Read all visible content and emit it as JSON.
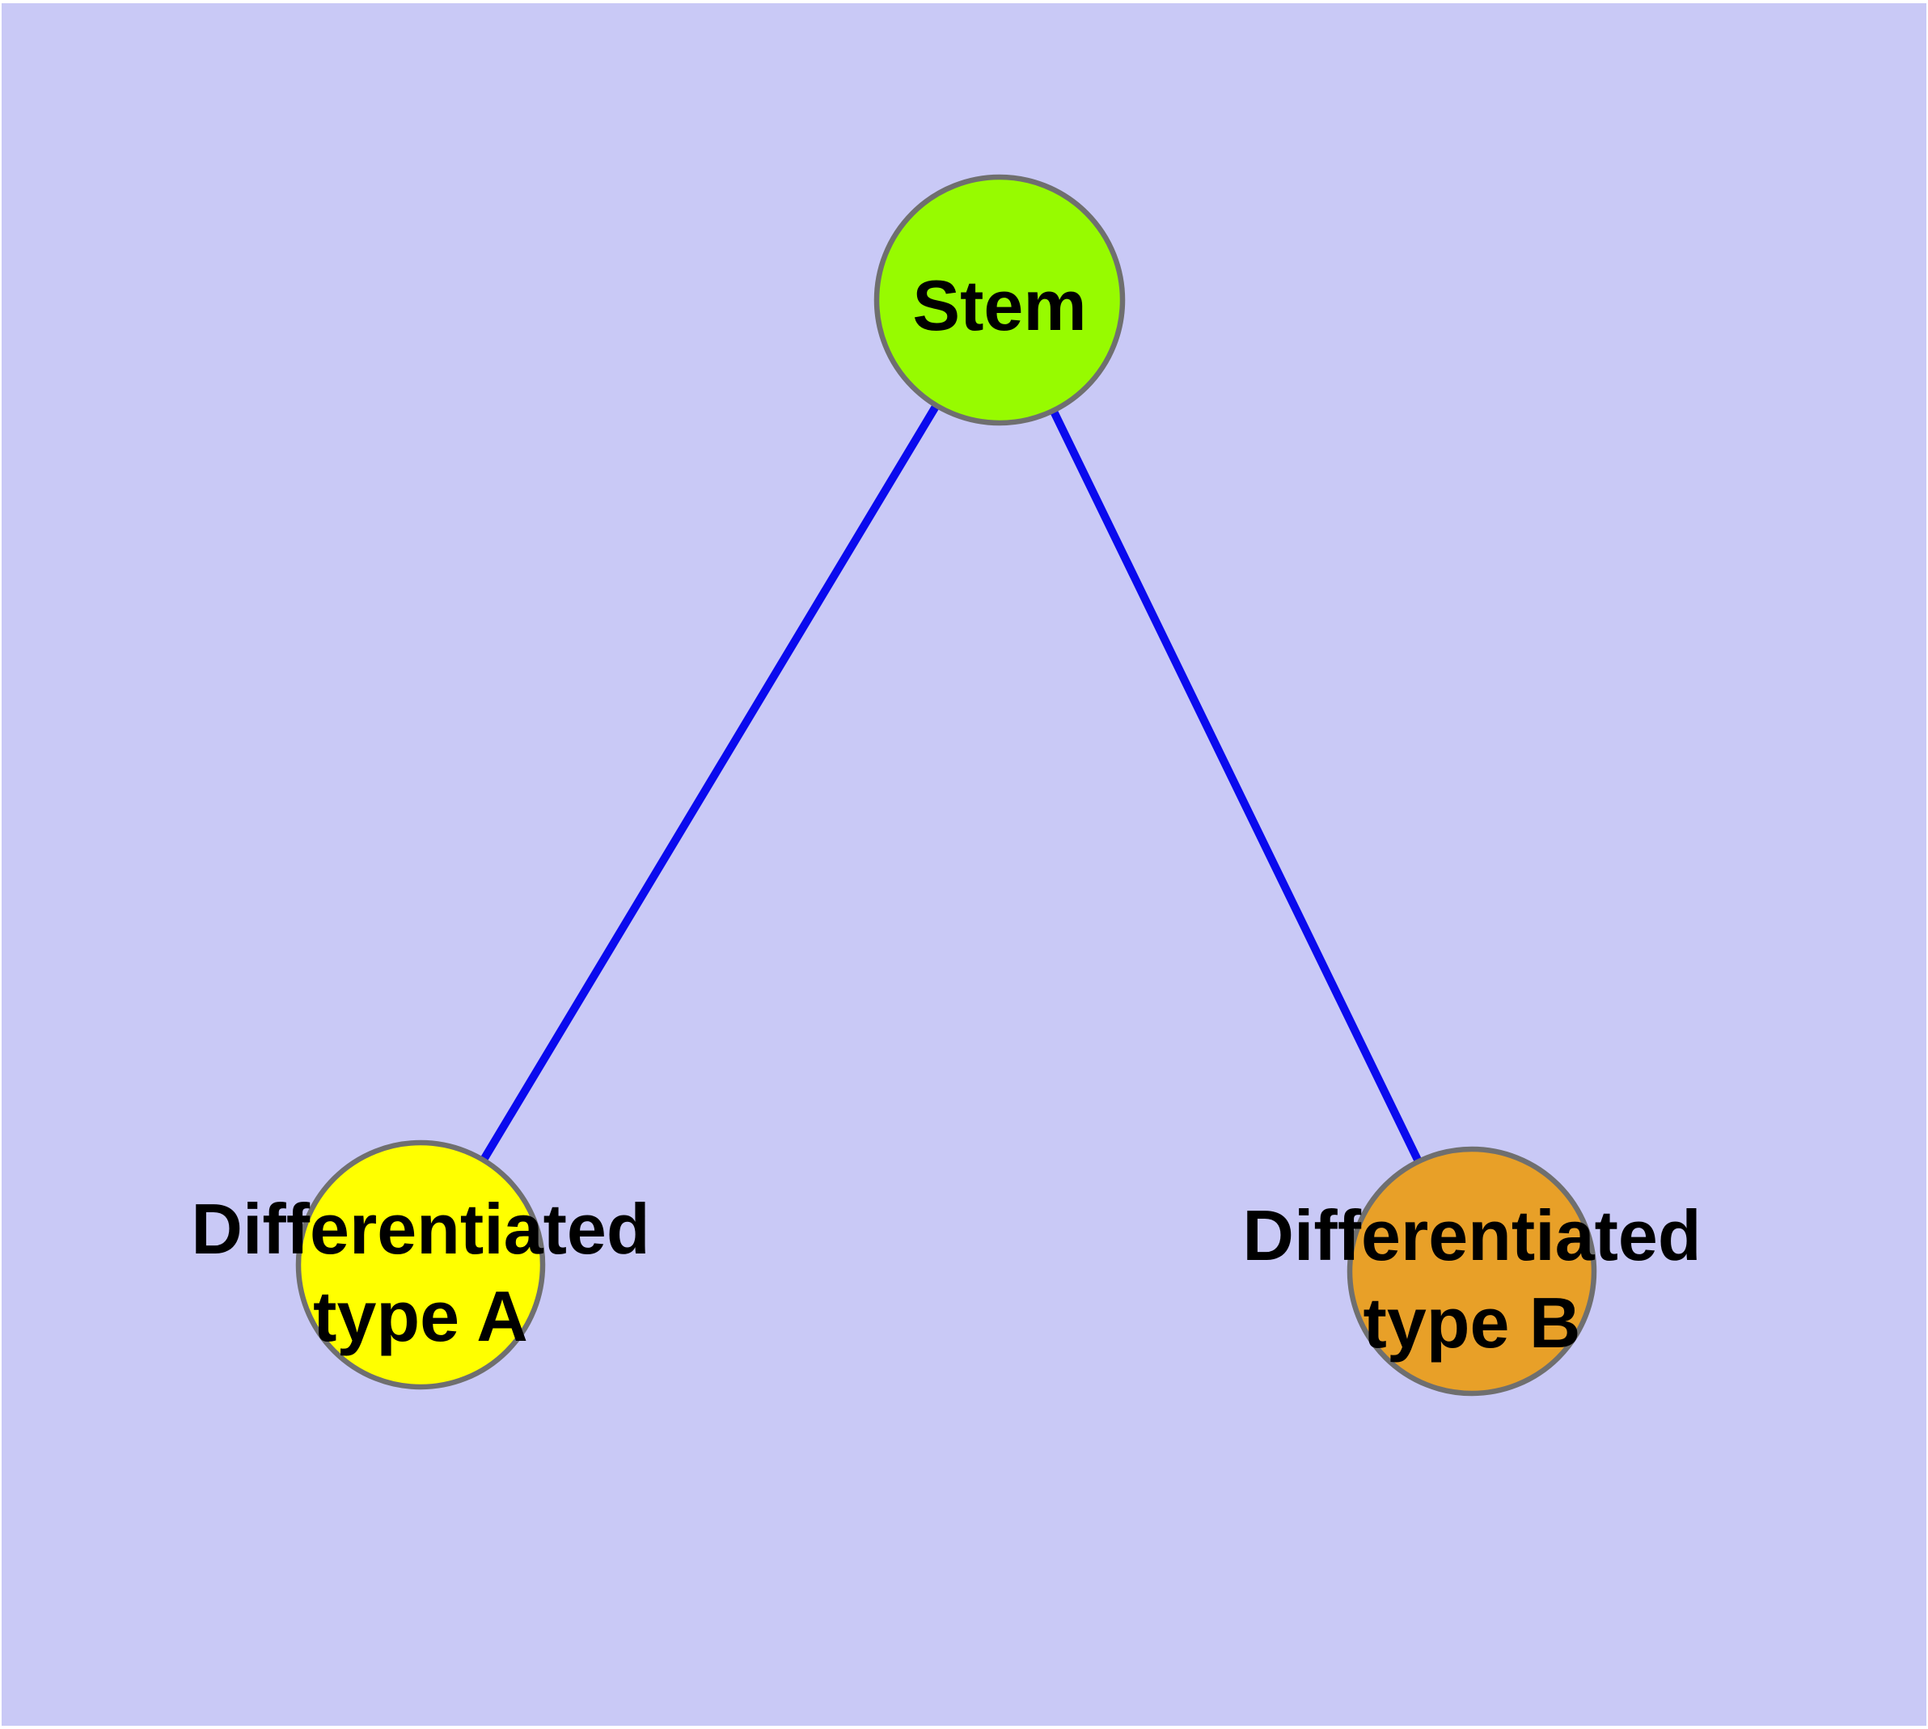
{
  "canvas": {
    "background_color": "#c9c9f6",
    "frame_color": "#ffffff"
  },
  "graph": {
    "type": "node-link-diagram",
    "edge_color": "#0a0aee",
    "node_border_color": "#6f6f6f",
    "label_color": "#000000",
    "nodes": [
      {
        "id": "stem",
        "label": "Stem",
        "label_line1": "Stem",
        "label_line2": "",
        "fill": "#97fb00"
      },
      {
        "id": "differentiated-type-a",
        "label": "Differentiated type A",
        "label_line1": "Differentiated",
        "label_line2": "type A",
        "fill": "#ffff00"
      },
      {
        "id": "differentiated-type-b",
        "label": "Differentiated type B",
        "label_line1": "Differentiated",
        "label_line2": "type B",
        "fill": "#e8a028"
      }
    ],
    "edges": [
      {
        "from": "Stem",
        "to": "Differentiated type A"
      },
      {
        "from": "Stem",
        "to": "Differentiated type B"
      }
    ]
  }
}
